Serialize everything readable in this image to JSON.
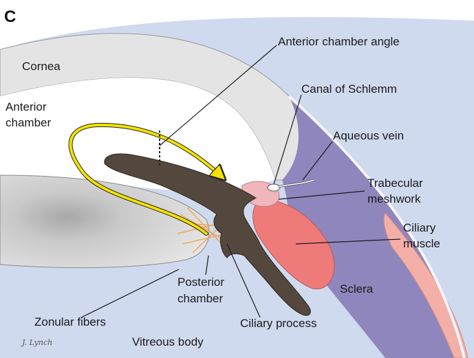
{
  "panel_letter": "C",
  "labels": {
    "anterior_chamber_angle": "Anterior chamber angle",
    "cornea": "Cornea",
    "canal_of_schlemm": "Canal of Schlemm",
    "anterior_chamber_line1": "Anterior",
    "anterior_chamber_line2": "chamber",
    "aqueous_vein": "Aqueous vein",
    "trabecular_meshwork_line1": "Trabecular",
    "trabecular_meshwork_line2": "meshwork",
    "ciliary_muscle_line1": "Ciliary",
    "ciliary_muscle_line2": "muscle",
    "posterior_chamber_line1": "Posterior",
    "posterior_chamber_line2": "chamber",
    "sclera": "Sclera",
    "zonular_fibers": "Zonular fibers",
    "ciliary_process": "Ciliary process",
    "vitreous_body": "Vitreous body"
  },
  "signature": "J. Lynch",
  "colors": {
    "background_blue": "#cfdaef",
    "cornea": "#e4e4e4",
    "sclera": "#8f86bd",
    "ciliary_muscle": "#ee7a7a",
    "iris_pigment": "#54483e",
    "trabecular": "#f0b6b9",
    "lens": "#dedede",
    "aqueous_flow_arrow": "#f3e200",
    "zonular_fibers": "#f0a04a",
    "outer_pink": "#f4b0a8"
  }
}
